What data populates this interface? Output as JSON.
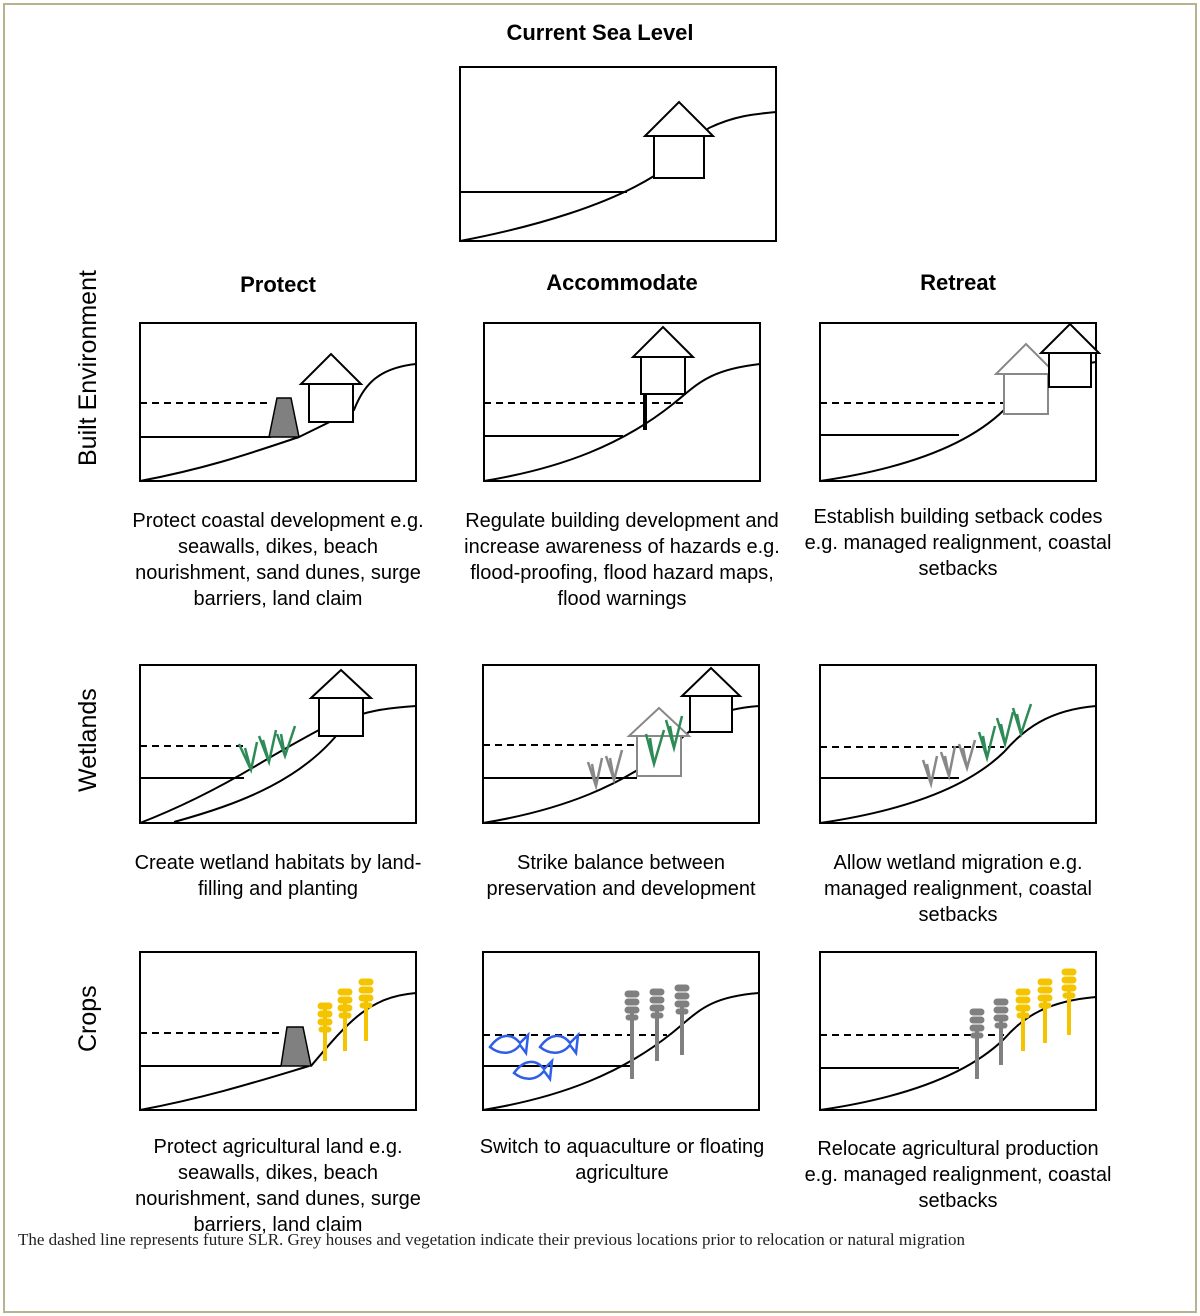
{
  "title": "Current Sea Level",
  "columns": [
    "Protect",
    "Accommodate",
    "Retreat"
  ],
  "rows": [
    "Built Environment",
    "Wetlands",
    "Crops"
  ],
  "descriptions": {
    "built": [
      "Protect coastal development e.g. seawalls, dikes, beach nourishment, sand dunes, surge barriers, land claim",
      "Regulate building development and increase awareness of hazards e.g. flood-proofing, flood hazard maps, flood warnings",
      "Establish building setback codes e.g. managed realignment, coastal setbacks"
    ],
    "wetlands": [
      "Create wetland habitats by land-filling and planting",
      "Strike balance between preservation and development",
      "Allow wetland migration e.g. managed realignment, coastal setbacks"
    ],
    "crops": [
      "Protect agricultural land e.g. seawalls, dikes, beach nourishment, sand dunes, surge barriers, land claim",
      "Switch to aquaculture or floating agriculture",
      "Relocate agricultural production e.g. managed realignment, coastal setbacks"
    ]
  },
  "caption": "The dashed line represents future SLR. Grey houses and vegetation indicate their previous locations prior to relocation or natural migration",
  "colors": {
    "frame": "#b9b28f",
    "grass": "#2e8b57",
    "crop": "#f5c400",
    "fish": "#2f5ee8",
    "grey": "#888888",
    "wall": "#808080"
  }
}
